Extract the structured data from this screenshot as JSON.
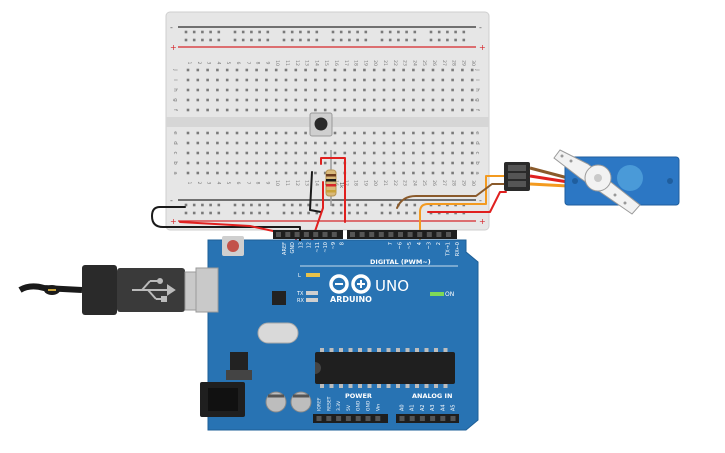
{
  "breadboard": {
    "row_letters_top": [
      "j",
      "i",
      "h",
      "g",
      "f"
    ],
    "row_letters_bottom": [
      "e",
      "d",
      "c",
      "b",
      "a"
    ],
    "columns": [
      "1",
      "2",
      "3",
      "4",
      "5",
      "6",
      "7",
      "8",
      "9",
      "10",
      "11",
      "12",
      "13",
      "14",
      "15",
      "16",
      "17",
      "18",
      "19",
      "20",
      "21",
      "22",
      "23",
      "24",
      "25",
      "26",
      "27",
      "28",
      "29",
      "30"
    ],
    "rail_plus": "+",
    "rail_minus": "-"
  },
  "resistor": {
    "label": "1k"
  },
  "arduino": {
    "logo_text": "ARDUINO",
    "model": "UNO",
    "digital_header": "DIGITAL (PWM~)",
    "on_label": "ON",
    "l_label": "L",
    "tx_label": "TX",
    "rx_label": "RX",
    "top_pins": [
      "AREF",
      "GND",
      "13",
      "12",
      "~11",
      "~10",
      "~9",
      "8",
      "7",
      "~6",
      "~5",
      "4",
      "~3",
      "2",
      "TX→1",
      "RX←0"
    ],
    "power_header": "POWER",
    "analog_header": "ANALOG IN",
    "power_pins": [
      "IOREF",
      "RESET",
      "3.3V",
      "5V",
      "GND",
      "GND",
      "Vin"
    ],
    "analog_pins": [
      "A0",
      "A1",
      "A2",
      "A3",
      "A4",
      "A5"
    ]
  },
  "colors": {
    "board": "#2873b3",
    "breadboard": "#e4e4e4",
    "rail_red": "#d7262b",
    "rail_black": "#2b2b2b",
    "wire_red": "#e0201f",
    "wire_black": "#1a1a1a",
    "wire_brown": "#8a5a2b",
    "wire_orange": "#f39a1f",
    "servo_blue": "#2c77c4"
  }
}
